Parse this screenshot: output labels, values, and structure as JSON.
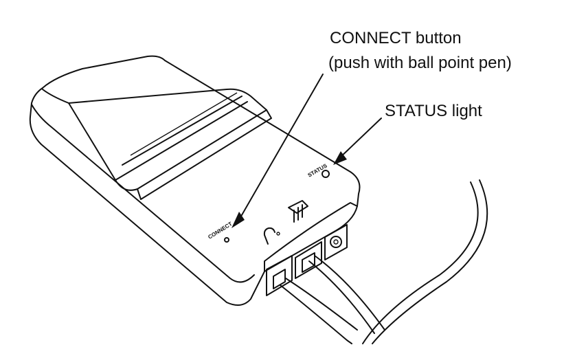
{
  "callouts": {
    "connect_title": "CONNECT button",
    "connect_note": "(push with ball point pen)",
    "status": "STATUS light"
  },
  "device_labels": {
    "connect": "CONNECT",
    "status": "STATUS"
  }
}
